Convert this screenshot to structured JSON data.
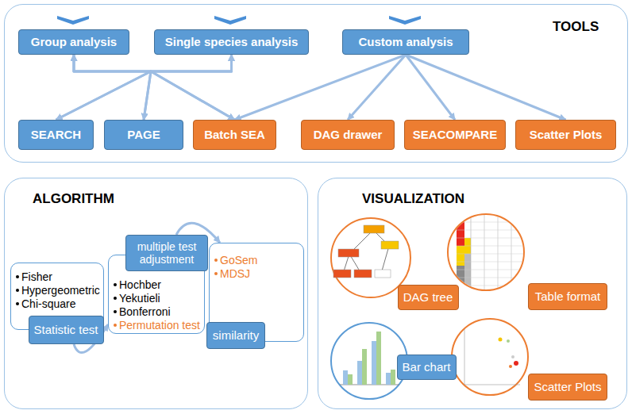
{
  "diagram": {
    "nodes": [
      {
        "text": [
          "TOOLS"
        ]
      },
      {
        "text": [
          "Group analysis"
        ],
        "in": 0
      },
      {
        "text": [
          "Single species analysis"
        ],
        "in": 0
      },
      {
        "text": [
          "Custom analysis"
        ],
        "in": 0
      },
      {
        "text": [
          "SEARCH"
        ],
        "in": 0
      },
      {
        "text": [
          "PAGE"
        ],
        "in": 0
      },
      {
        "text": [
          "Batch SEA"
        ],
        "in": 0
      },
      {
        "text": [
          "DAG drawer"
        ],
        "in": 0
      },
      {
        "text": [
          "SEACOMPARE"
        ],
        "in": 0
      },
      {
        "text": [
          "Scatter Plots"
        ],
        "in": 0
      },
      {
        "text": [
          "ALGORITHM"
        ]
      },
      {
        "text": [
          "Fisher",
          "Hypergeometric",
          "Chi-square"
        ],
        "in": 10
      },
      {
        "text": [
          "Statistic test"
        ],
        "in": 11
      },
      {
        "text": [
          "Hochber",
          "Yekutieli",
          "Bonferroni",
          "Permutation test"
        ],
        "in": 10
      },
      {
        "text": [
          "multiple test adjustment"
        ],
        "in": 13
      },
      {
        "text": [
          "GoSem",
          "MDSJ"
        ],
        "in": 10
      },
      {
        "text": [
          "similarity"
        ],
        "in": 15
      },
      {
        "text": [
          "VISUALIZATION"
        ]
      },
      {
        "text": [
          "DAG tree"
        ],
        "in": 17
      },
      {
        "text": [
          "Table format"
        ],
        "in": 17
      },
      {
        "text": [
          "Bar chart"
        ],
        "in": 17
      },
      {
        "text": [
          "Scatter Plots"
        ],
        "in": 17
      }
    ],
    "edges": [
      {
        "from": 1,
        "to": 4,
        "arrow": "both"
      },
      {
        "from": 1,
        "to": 5,
        "arrow": "both"
      },
      {
        "from": 1,
        "to": 6,
        "arrow": "both"
      },
      {
        "from": 2,
        "to": 4,
        "arrow": "both"
      },
      {
        "from": 2,
        "to": 5,
        "arrow": "both"
      },
      {
        "from": 2,
        "to": 6,
        "arrow": "both"
      },
      {
        "from": 3,
        "to": 6,
        "arrow": "to"
      },
      {
        "from": 3,
        "to": 7,
        "arrow": "to"
      },
      {
        "from": 3,
        "to": 8,
        "arrow": "to"
      },
      {
        "from": 3,
        "to": 9,
        "arrow": "to"
      },
      {
        "from": 12,
        "to": 13,
        "arrow": "to"
      },
      {
        "from": 14,
        "to": 15,
        "arrow": "to"
      }
    ]
  }
}
